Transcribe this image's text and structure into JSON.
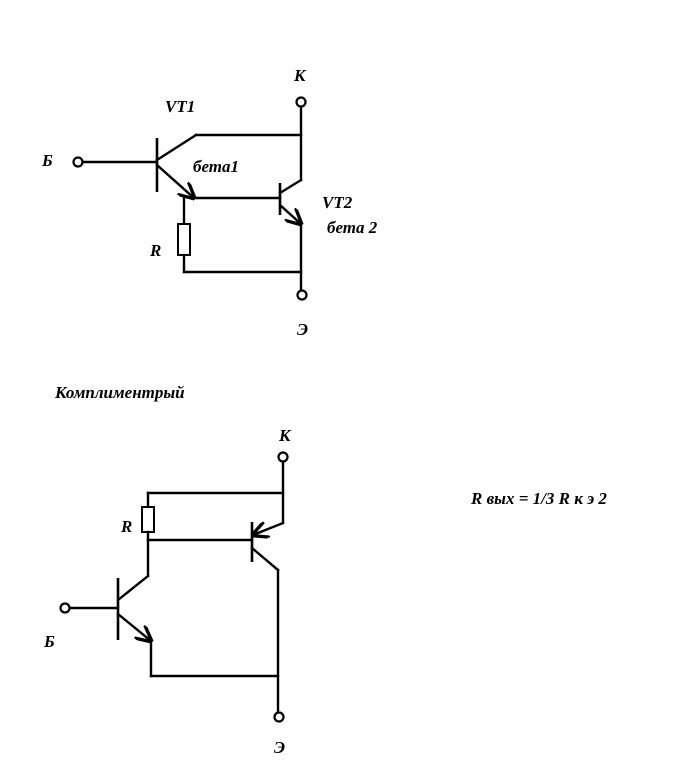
{
  "top_circuit": {
    "label_collector": "К",
    "label_base": "Б",
    "label_emitter": "Э",
    "label_vt1": "VT1",
    "label_vt2": "VT2",
    "label_beta1": "бета1",
    "label_beta2": "бета 2",
    "label_resistor": "R"
  },
  "bottom_circuit": {
    "title": "Комплиментрый",
    "label_collector": "К",
    "label_base": "Б",
    "label_emitter": "Э",
    "label_resistor": "R",
    "formula": "R вых = 1/3 R к э 2"
  }
}
